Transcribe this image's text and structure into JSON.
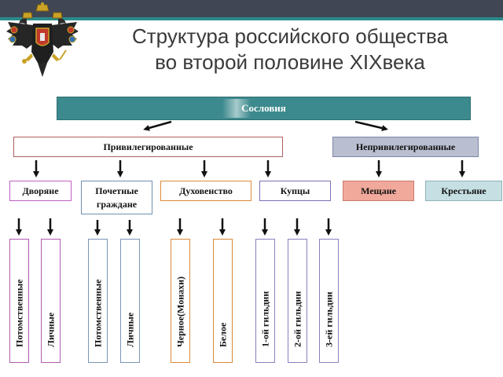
{
  "title": {
    "line1": "Структура российского общества",
    "line2": "во второй половине XIXвека"
  },
  "emblem": {
    "icon": "double-headed-eagle-icon"
  },
  "estates": {
    "label": "Сословия",
    "color": "#3d8a8e"
  },
  "groups": {
    "privileged": "Привилегированные",
    "non_privileged": "Непривилегированные"
  },
  "classes": {
    "nobility": "Дворяне",
    "honorary_citizens_line1": "Почетные",
    "honorary_citizens_line2": "граждане",
    "clergy": "Духовенство",
    "merchants": "Купцы",
    "townspeople": "Мещане",
    "peasants": "Крестьяне"
  },
  "subclasses": {
    "nobility_hereditary": "Потомственные",
    "nobility_personal": "Личные",
    "honorary_hereditary": "Потомственные",
    "honorary_personal": "Личные",
    "clergy_black": "Черное(Монахи)",
    "clergy_white": "Белое",
    "guild_1": "1-ой гильдии",
    "guild_2": "2-ой гильдии",
    "guild_3": "3-ей гильдии"
  }
}
